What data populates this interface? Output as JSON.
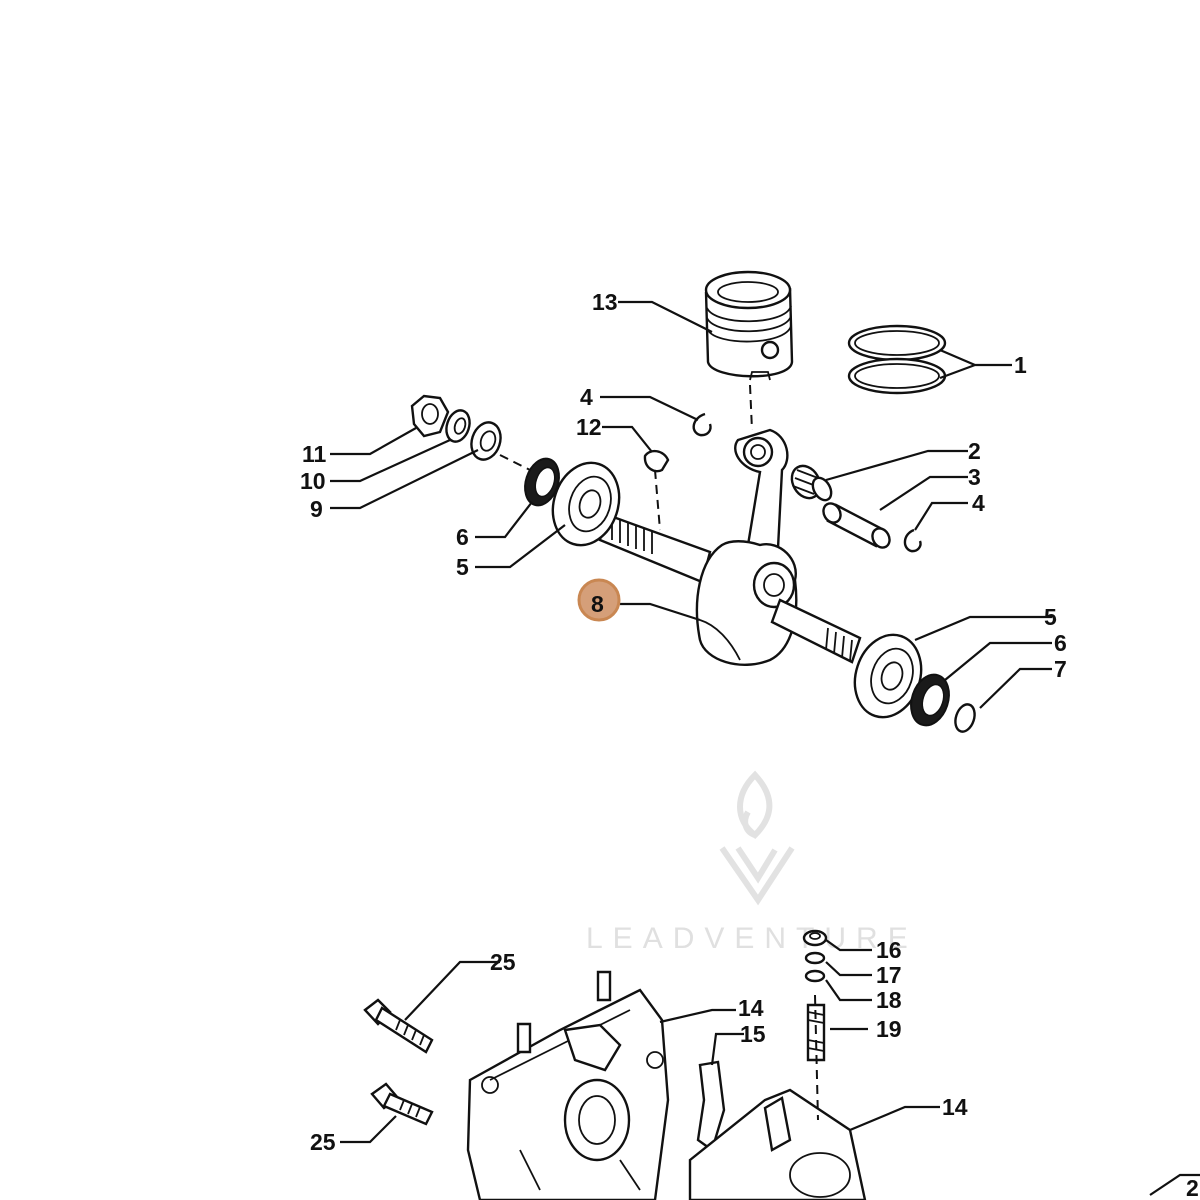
{
  "diagram": {
    "watermark": "LEADVENTURE",
    "highlighted_callout": "8",
    "highlight_color": "#d59f79",
    "callouts": {
      "c1": "1",
      "c2": "2",
      "c3": "3",
      "c4a": "4",
      "c4b": "4",
      "c5a": "5",
      "c5b": "5",
      "c6a": "6",
      "c6b": "6",
      "c7": "7",
      "c8": "8",
      "c9": "9",
      "c10": "10",
      "c11": "11",
      "c12": "12",
      "c13": "13",
      "c14a": "14",
      "c14b": "14",
      "c15": "15",
      "c16": "16",
      "c17": "17",
      "c18": "18",
      "c19": "19",
      "c25a": "25",
      "c25b": "25",
      "c_edge": "2"
    }
  }
}
